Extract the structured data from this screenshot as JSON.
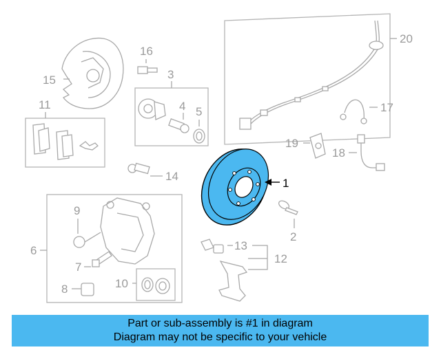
{
  "callouts": {
    "c1": "1",
    "c2": "2",
    "c3": "3",
    "c4": "4",
    "c5": "5",
    "c6": "6",
    "c7": "7",
    "c8": "8",
    "c9": "9",
    "c10": "10",
    "c11": "11",
    "c12": "12",
    "c13": "13",
    "c14": "14",
    "c15": "15",
    "c16": "16",
    "c17": "17",
    "c18": "18",
    "c19": "19",
    "c20": "20"
  },
  "highlighted_part": "1",
  "colors": {
    "highlight": "#4bb8f0",
    "outline": "#a8a8a8",
    "banner": "#4bb8f0"
  },
  "banner": {
    "line1": "Part or sub-assembly is #1 in diagram",
    "line2": "Diagram may not be specific to your vehicle"
  }
}
